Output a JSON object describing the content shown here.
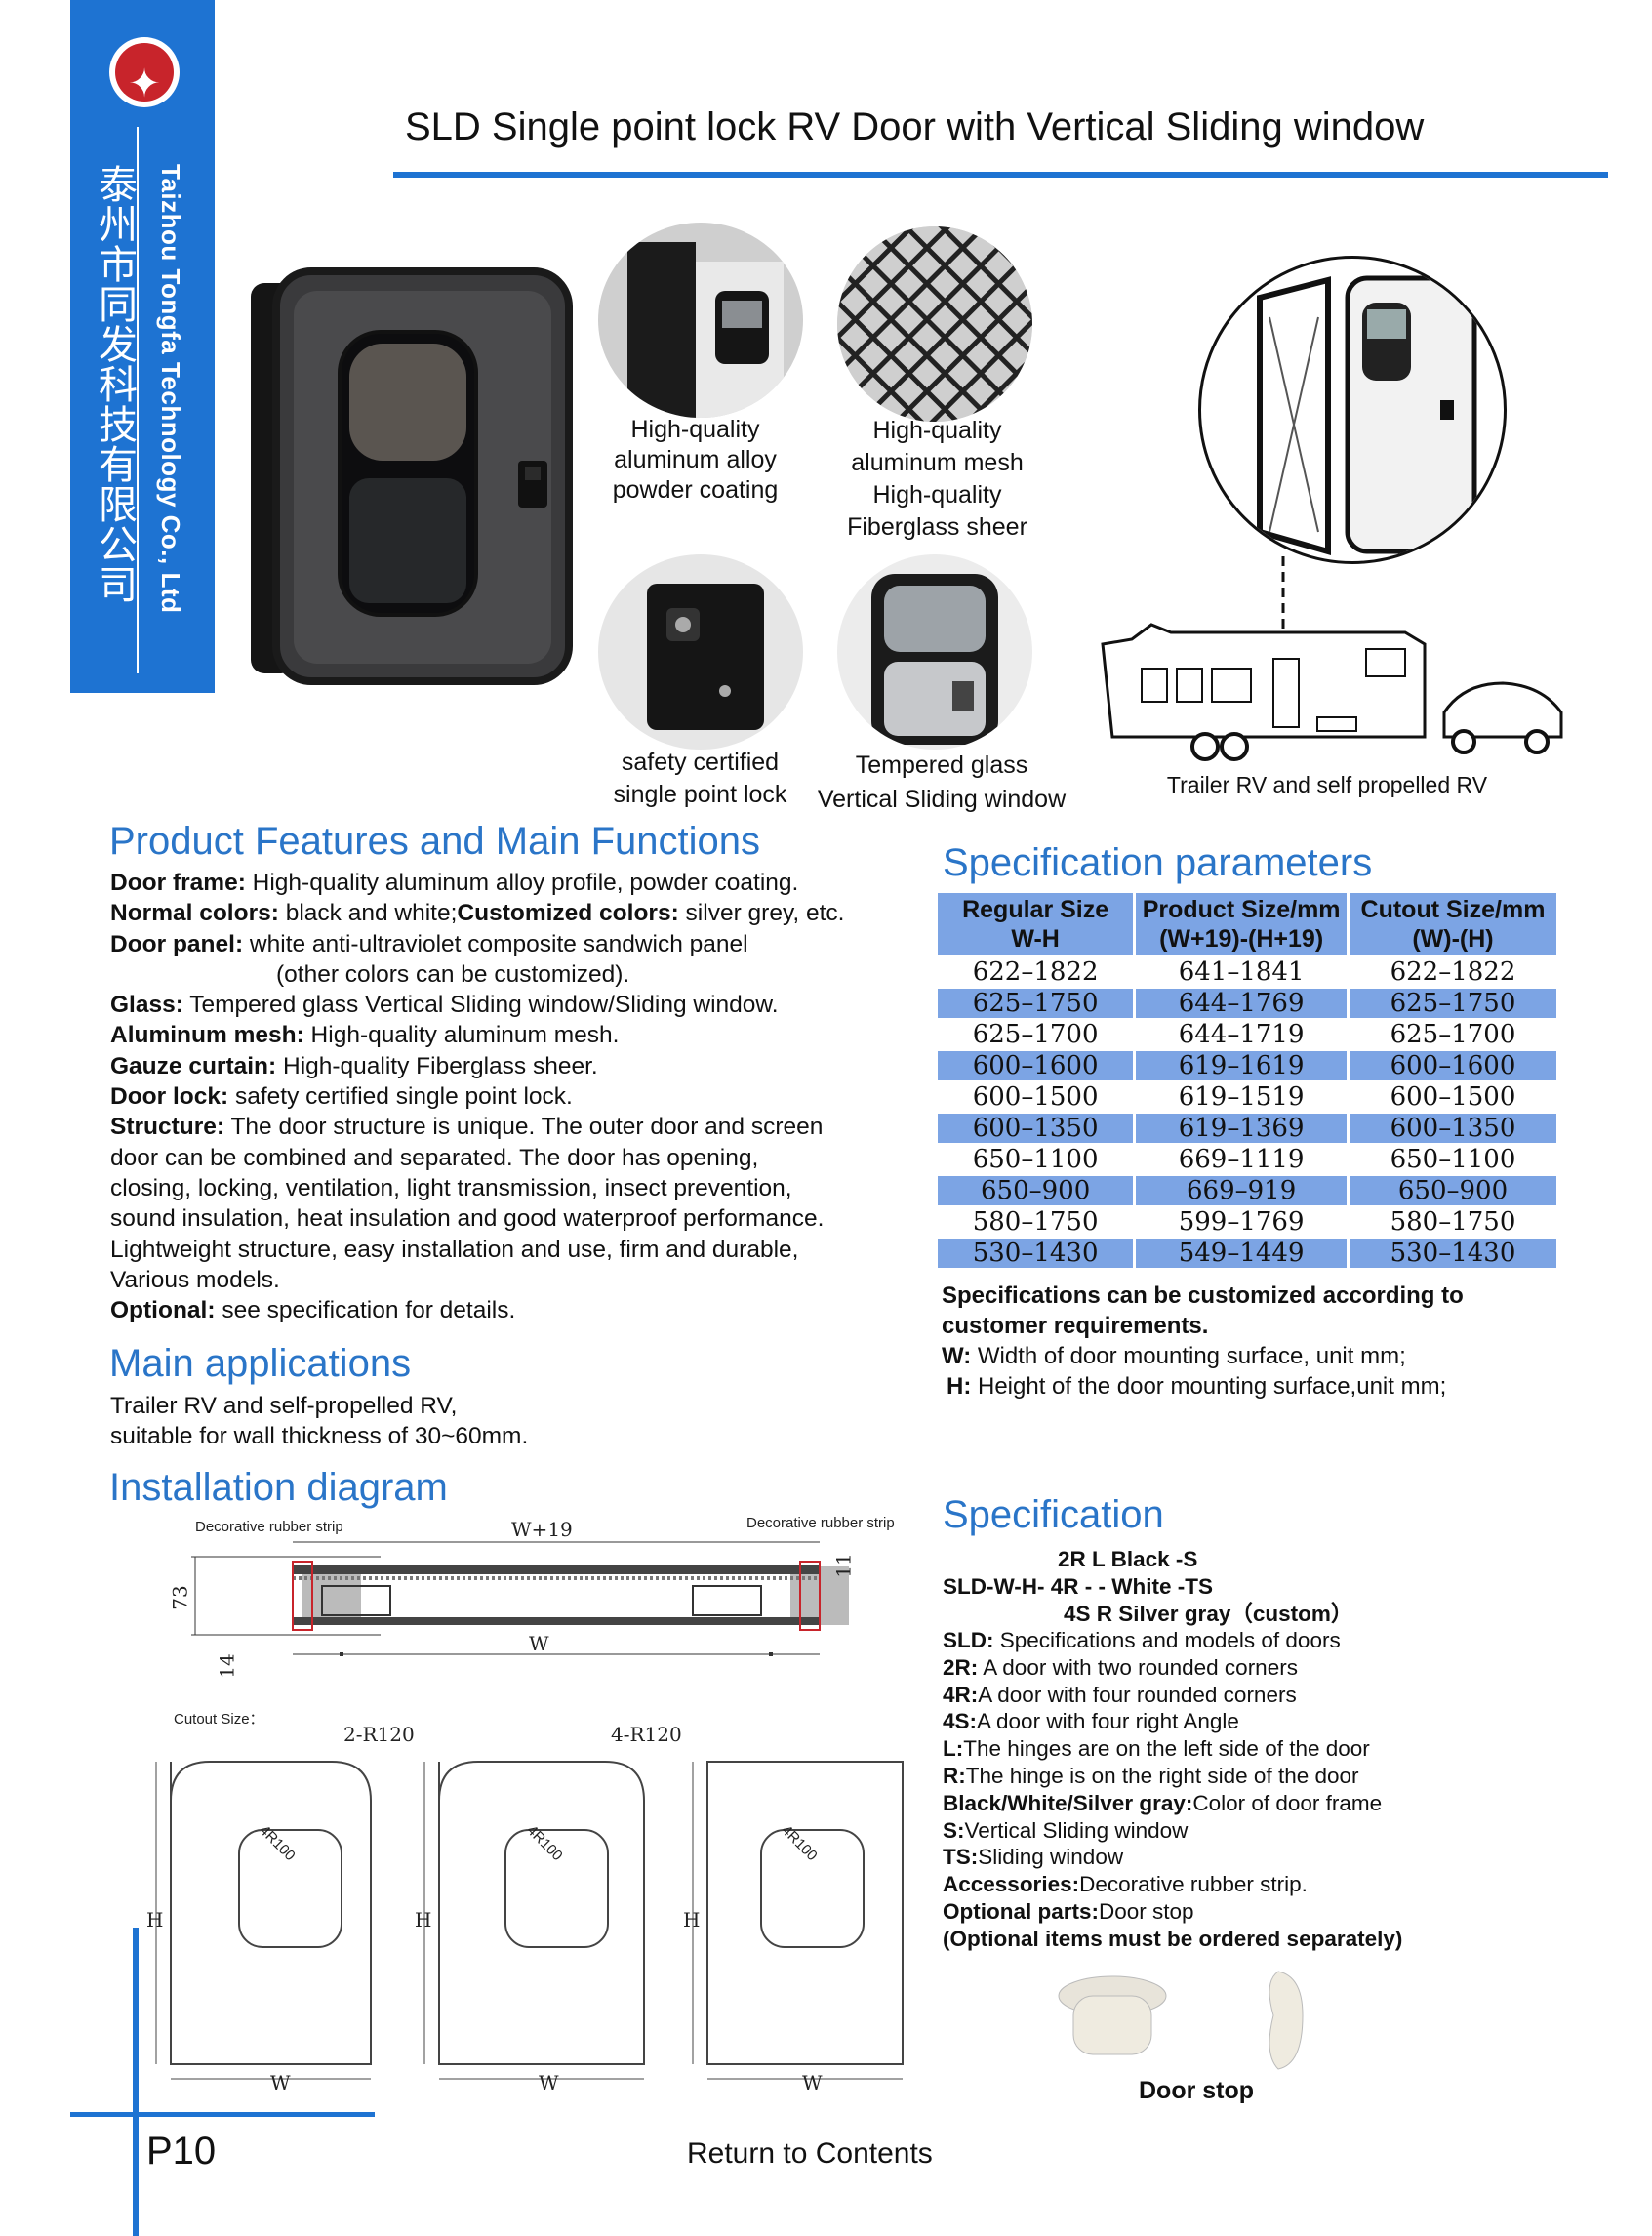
{
  "company": {
    "cn": "泰州市同发科技有限公司",
    "en": "Taizhou Tongfa Technology Co., Ltd"
  },
  "title": "SLD Single point lock RV Door with Vertical Sliding window",
  "captions": {
    "coating": [
      "High-quality",
      "aluminum alloy",
      "powder coating"
    ],
    "mesh": [
      "High-quality",
      "aluminum mesh",
      "High-quality",
      "Fiberglass sheer"
    ],
    "lock": [
      "safety certified",
      "single point lock"
    ],
    "glass": [
      "Tempered glass",
      "Vertical Sliding window"
    ],
    "trailer": "Trailer RV and self propelled RV"
  },
  "features": {
    "heading": "Product Features and Main Functions",
    "lines": [
      {
        "label": "Door frame:",
        "text": " High-quality aluminum alloy profile, powder coating."
      },
      {
        "label": "Normal colors:",
        "text": " black and white;",
        "label2": "Customized colors:",
        "text2": " silver grey, etc."
      },
      {
        "label": "Door panel:",
        "text": " white anti-ultraviolet composite sandwich panel"
      },
      {
        "label": "",
        "text": "(other colors can be customized)."
      },
      {
        "label": "Glass:",
        "text": " Tempered glass Vertical Sliding window/Sliding window."
      },
      {
        "label": "Aluminum mesh:",
        "text": " High-quality aluminum mesh."
      },
      {
        "label": "Gauze curtain:",
        "text": " High-quality Fiberglass sheer."
      },
      {
        "label": "Door lock:",
        "text": " safety certified single point lock."
      },
      {
        "label": "Structure:",
        "text": " The door structure is unique. The outer door and screen"
      },
      {
        "label": "",
        "text": "door can be combined and separated. The door has opening,"
      },
      {
        "label": "",
        "text": "closing, locking, ventilation, light transmission, insect prevention,"
      },
      {
        "label": "",
        "text": "sound insulation, heat insulation and good waterproof performance."
      },
      {
        "label": "",
        "text": "Lightweight structure, easy installation and use, firm and durable,"
      },
      {
        "label": "",
        "text": "Various models."
      },
      {
        "label": "Optional:",
        "text": " see specification for details."
      }
    ]
  },
  "applications": {
    "heading": "Main applications",
    "lines": [
      "Trailer RV and self-propelled RV,",
      "suitable for wall thickness of 30~60mm."
    ]
  },
  "installation": {
    "heading": "Installation diagram",
    "labels": {
      "strip_left": "Decorative rubber strip",
      "strip_right": "Decorative rubber strip",
      "w19": "W+19",
      "w": "W",
      "h73": "73",
      "h11": "11",
      "h14": "14",
      "cutout": "Cutout Size：",
      "r2": "2-R120",
      "r4": "4-R120",
      "r4r": "4R100",
      "H": "H",
      "W": "W"
    }
  },
  "spec_params": {
    "heading": "Specification parameters",
    "headers": [
      [
        "Regular Size",
        "W-H"
      ],
      [
        "Product Size/mm",
        "(W+19)-(H+19)"
      ],
      [
        "Cutout Size/mm",
        "(W)-(H)"
      ]
    ],
    "rows": [
      [
        "622–1822",
        "641–1841",
        "622–1822"
      ],
      [
        "625–1750",
        "644–1769",
        "625–1750"
      ],
      [
        "625–1700",
        "644–1719",
        "625–1700"
      ],
      [
        "600–1600",
        "619–1619",
        "600–1600"
      ],
      [
        "600–1500",
        "619–1519",
        "600–1500"
      ],
      [
        "600–1350",
        "619–1369",
        "600–1350"
      ],
      [
        "650–1100",
        "669–1119",
        "650–1100"
      ],
      [
        "650–900",
        "669–919",
        "650–900"
      ],
      [
        "580–1750",
        "599–1769",
        "580–1750"
      ],
      [
        "530–1430",
        "549–1449",
        "530–1430"
      ]
    ],
    "note1": "Specifications can be customized according to",
    "note2": "customer requirements.",
    "wdef_label": "W:",
    "wdef": " Width of door mounting surface, unit mm;",
    "hdef_label": "H:",
    "hdef": " Height of the door mounting surface,unit mm;"
  },
  "specification": {
    "heading": "Specification",
    "code_top": "2R  L  Black  -S",
    "code_mid": "SLD-W-H- 4R -  - White -TS",
    "code_bot": "4S  R  Silver gray（custom）",
    "items": [
      {
        "label": "SLD:",
        "text": " Specifications and models of doors"
      },
      {
        "label": "2R:",
        "text": " A door with two rounded corners"
      },
      {
        "label": "4R:",
        "text": "A door with four rounded corners"
      },
      {
        "label": "4S:",
        "text": "A door with four right Angle"
      },
      {
        "label": "L:",
        "text": "The hinges are on the left side of the door"
      },
      {
        "label": "R:",
        "text": "The hinge is on the right side of the door"
      },
      {
        "label": "Black/White/Silver gray:",
        "text": "Color of door frame"
      },
      {
        "label": "S:",
        "text": "Vertical Sliding window"
      },
      {
        "label": "TS:",
        "text": "Sliding window"
      },
      {
        "label": "Accessories:",
        "text": "Decorative rubber strip."
      },
      {
        "label": "Optional parts:",
        "text": "Door stop"
      },
      {
        "label": "",
        "text": "(Optional items must be ordered separately)",
        "bold": true
      }
    ],
    "door_stop": "Door stop"
  },
  "footer": {
    "page": "P10",
    "contents": "Return to Contents"
  },
  "colors": {
    "accent": "#1e73d2",
    "heading": "#2a75c8",
    "table": "#7ca4e4"
  }
}
